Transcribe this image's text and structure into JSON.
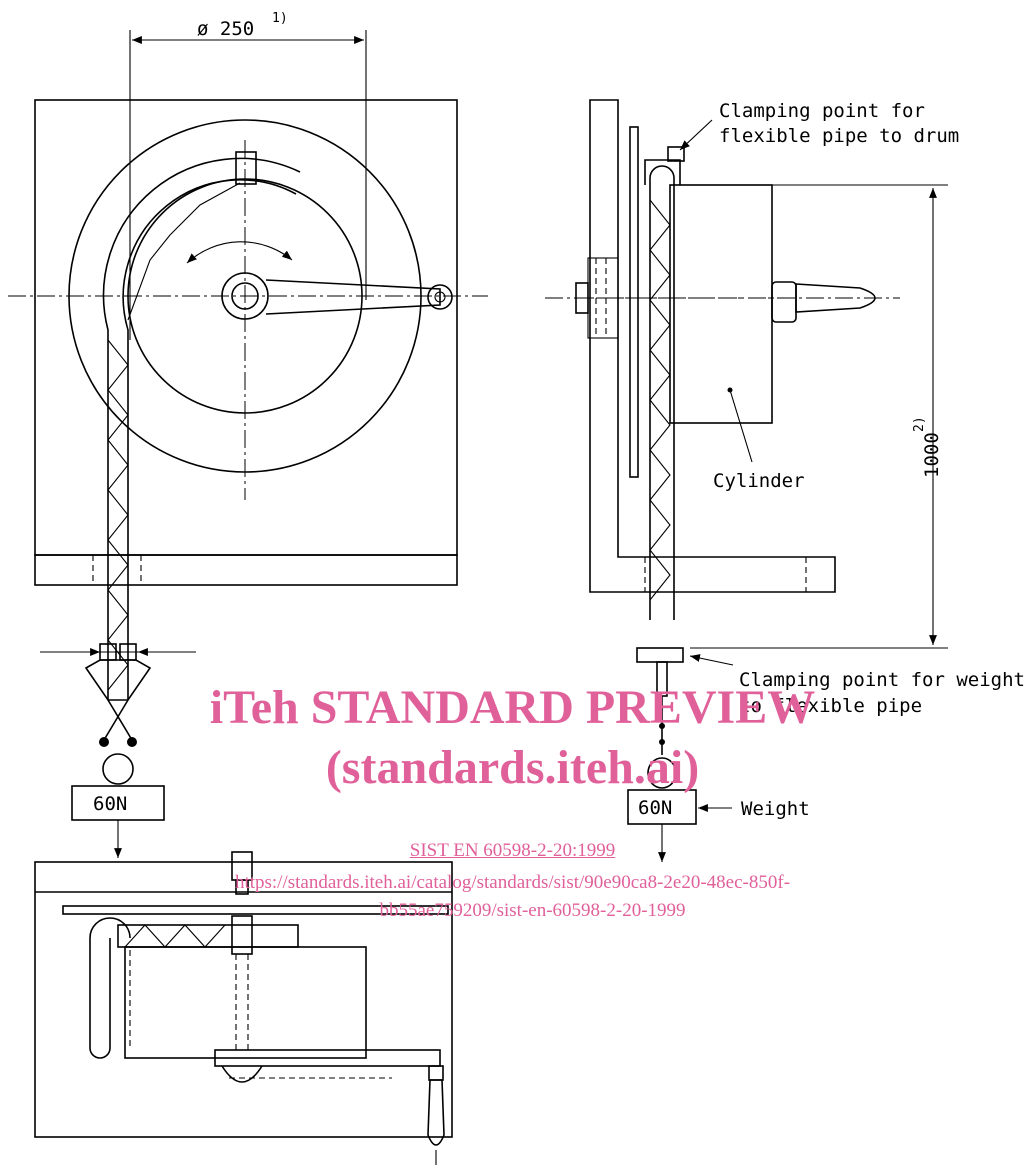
{
  "labels": {
    "diameter": "ø 250",
    "diameter_note": "1)",
    "clamp_drum_line1": "Clamping point for",
    "clamp_drum_line2": "flexible pipe to drum",
    "cylinder": "Cylinder",
    "height": "1000",
    "height_note": "2)",
    "clamp_weight_line1": "Clamping point for weight",
    "clamp_weight_line2": "to flexible pipe",
    "weight_left": "60N",
    "weight_right": "60N",
    "weight": "Weight"
  },
  "watermark": {
    "line1": "iTeh STANDARD PREVIEW",
    "line2": "(standards.iteh.ai)",
    "link1": "SIST EN 60598-2-20:1999",
    "link2": "https://standards.iteh.ai/catalog/standards/sist/90e90ca8-2e20-48ec-850f-",
    "link3": "bb55ae759209/sist-en-60598-2-20-1999"
  },
  "colors": {
    "watermark": "#e0609a",
    "ink": "#000000"
  }
}
